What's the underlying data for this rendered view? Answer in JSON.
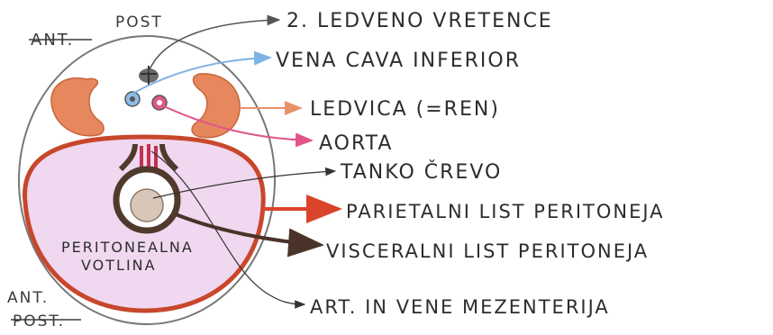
{
  "diagram": {
    "corner_top": {
      "ant": "ANT.",
      "post": "POST"
    },
    "corner_bottom": {
      "ant": "ANT.",
      "post": "POST."
    },
    "labels": [
      {
        "id": "vertebra",
        "text": "2. LEDVENO VRETENCE",
        "color": "#555555"
      },
      {
        "id": "vena",
        "text": "VENA CAVA INFERIOR",
        "color": "#7fb3e6"
      },
      {
        "id": "kidney",
        "text": "LEDVICA (=REN)",
        "color": "#e8926a"
      },
      {
        "id": "aorta",
        "text": "AORTA",
        "color": "#e0558a"
      },
      {
        "id": "intestine",
        "text": "TANKO ČREVO",
        "color": "#333333"
      },
      {
        "id": "parietal",
        "text": "PARIETALNI LIST PERITONEJA",
        "color": "#d9442a"
      },
      {
        "id": "visceral",
        "text": "VISCERALNI LIST PERITONEJA",
        "color": "#4a3328"
      },
      {
        "id": "mesentery",
        "text": "ART. IN VENE MEZENTERIJA",
        "color": "#333333"
      }
    ],
    "cavity_label": {
      "line1": "PERITONEALNA",
      "line2": "VOTLINA"
    },
    "colors": {
      "body_fill": "#ffffff",
      "outline": "#777777",
      "cavity_fill": "#f0d8f0",
      "parietal": "#c8472c",
      "visceral": "#4f3a2c",
      "kidney": "#e6875e",
      "vertebra": "#6a6a6a",
      "vena": "#8fbde8",
      "aorta": "#e05a8a",
      "intestine_fill": "#d8c7b8"
    }
  }
}
